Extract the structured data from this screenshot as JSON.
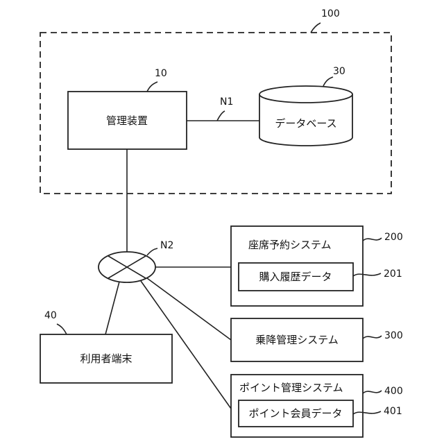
{
  "diagram": {
    "system_ref": "100",
    "management_device": {
      "label": "管理装置",
      "ref": "10"
    },
    "database": {
      "label": "データベース",
      "ref": "30"
    },
    "networks": {
      "n1": "N1",
      "n2": "N2"
    },
    "seat_reservation": {
      "label": "座席予約システム",
      "ref": "200",
      "data_label": "購入履歴データ",
      "data_ref": "201"
    },
    "boarding_management": {
      "label": "乗降管理システム",
      "ref": "300"
    },
    "point_management": {
      "label": "ポイント管理システム",
      "ref": "400",
      "data_label": "ポイント会員データ",
      "data_ref": "401"
    },
    "user_terminal": {
      "label": "利用者端末",
      "ref": "40"
    }
  }
}
